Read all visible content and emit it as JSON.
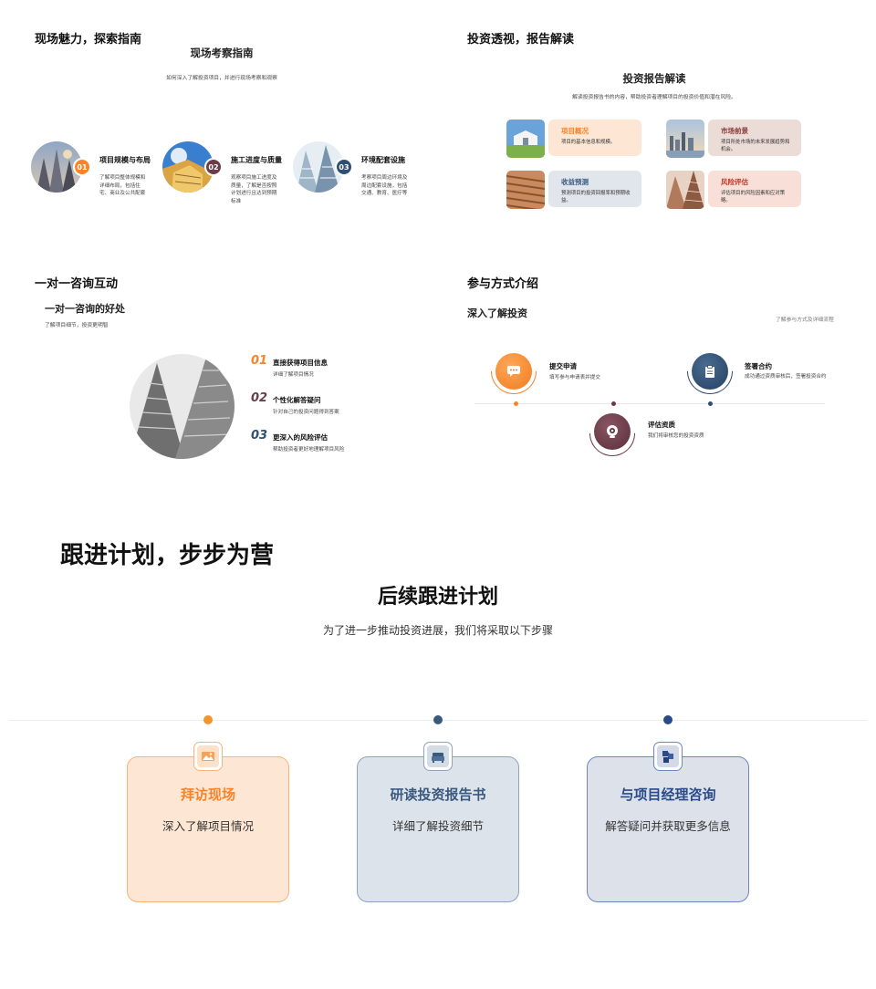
{
  "slide1": {
    "section_title": "现场魅力，探索指南",
    "title": "现场考察指南",
    "subtitle": "如何深入了解投资项目，并进行现场考察和观察",
    "items": [
      {
        "num": "01",
        "title": "项目规模与布局",
        "desc": "了解项目整体规模和详细布局，包括住宅、商业及公共配套"
      },
      {
        "num": "02",
        "title": "施工进度与质量",
        "desc": "观察项目施工进度及质量，了解是否按照计划进行且达到预期标准"
      },
      {
        "num": "03",
        "title": "环境配套设施",
        "desc": "考察项目周边环境及周边配套设施，包括交通、教育、医疗等"
      }
    ],
    "colors": {
      "orange": "#f5842b",
      "maroon": "#6b3b46",
      "navy": "#2f4f72"
    }
  },
  "slide2": {
    "section_title": "投资透视，报告解读",
    "title": "投资报告解读",
    "subtitle": "解读投资报告书的内容，帮助投资者理解项目的投资价值和潜在风险。",
    "cards": [
      {
        "title": "项目概况",
        "desc": "项目的基本信息和规模。",
        "title_color": "#f5842b",
        "bg": "#fde6d3"
      },
      {
        "title": "市场前景",
        "desc": "项目所处市场的未来发展趋势和机会。",
        "title_color": "#8b3a3a",
        "bg": "#ecdcd8"
      },
      {
        "title": "收益预测",
        "desc": "预测项目的投资回报率和预期收益。",
        "title_color": "#3a5a80",
        "bg": "#e1e6ec"
      },
      {
        "title": "风险评估",
        "desc": "评估项目的风险因素和应对策略。",
        "title_color": "#c0392b",
        "bg": "#f8e0d8"
      }
    ]
  },
  "slide3": {
    "section_title": "一对一咨询互动",
    "title": "一对一咨询的好处",
    "subtitle": "了解项目细节，投资更明智",
    "items": [
      {
        "num": "01",
        "title": "直接获得项目信息",
        "desc": "详细了解项目情况",
        "color": "#f5842b"
      },
      {
        "num": "02",
        "title": "个性化解答疑问",
        "desc": "针对自己的投资问题得到答案",
        "color": "#6b3b46"
      },
      {
        "num": "03",
        "title": "更深入的风险评估",
        "desc": "帮助投资者更好地理解项目风险",
        "color": "#2f4f72"
      }
    ]
  },
  "slide4": {
    "section_title": "参与方式介绍",
    "title": "深入了解投资",
    "note": "了解参与方式及详细流程",
    "steps": [
      {
        "title": "提交申请",
        "desc": "填写参与申请表并提交",
        "color": "#f5842b"
      },
      {
        "title": "签署合约",
        "desc": "成功通过资质审核后，签署投资合约",
        "color": "#2f4f72"
      },
      {
        "title": "评估资质",
        "desc": "我们将审核您的投资资质",
        "color": "#6b3b46"
      }
    ]
  },
  "slide5": {
    "section_title": "跟进计划，步步为营",
    "title": "后续跟进计划",
    "subtitle": "为了进一步推动投资进展，我们将采取以下步骤",
    "cards": [
      {
        "title": "拜访现场",
        "desc": "深入了解项目情况",
        "color": "#f5842b",
        "bg": "#fde6d3",
        "icon": "picture-icon"
      },
      {
        "title": "研读投资报告书",
        "desc": "详细了解投资细节",
        "color": "#3a5a80",
        "bg": "#dde3ea",
        "icon": "sofa-icon"
      },
      {
        "title": "与项目经理咨询",
        "desc": "解答疑问并获取更多信息",
        "color": "#2b4a8a",
        "bg": "#dde1ea",
        "icon": "puzzle-icon"
      }
    ]
  }
}
